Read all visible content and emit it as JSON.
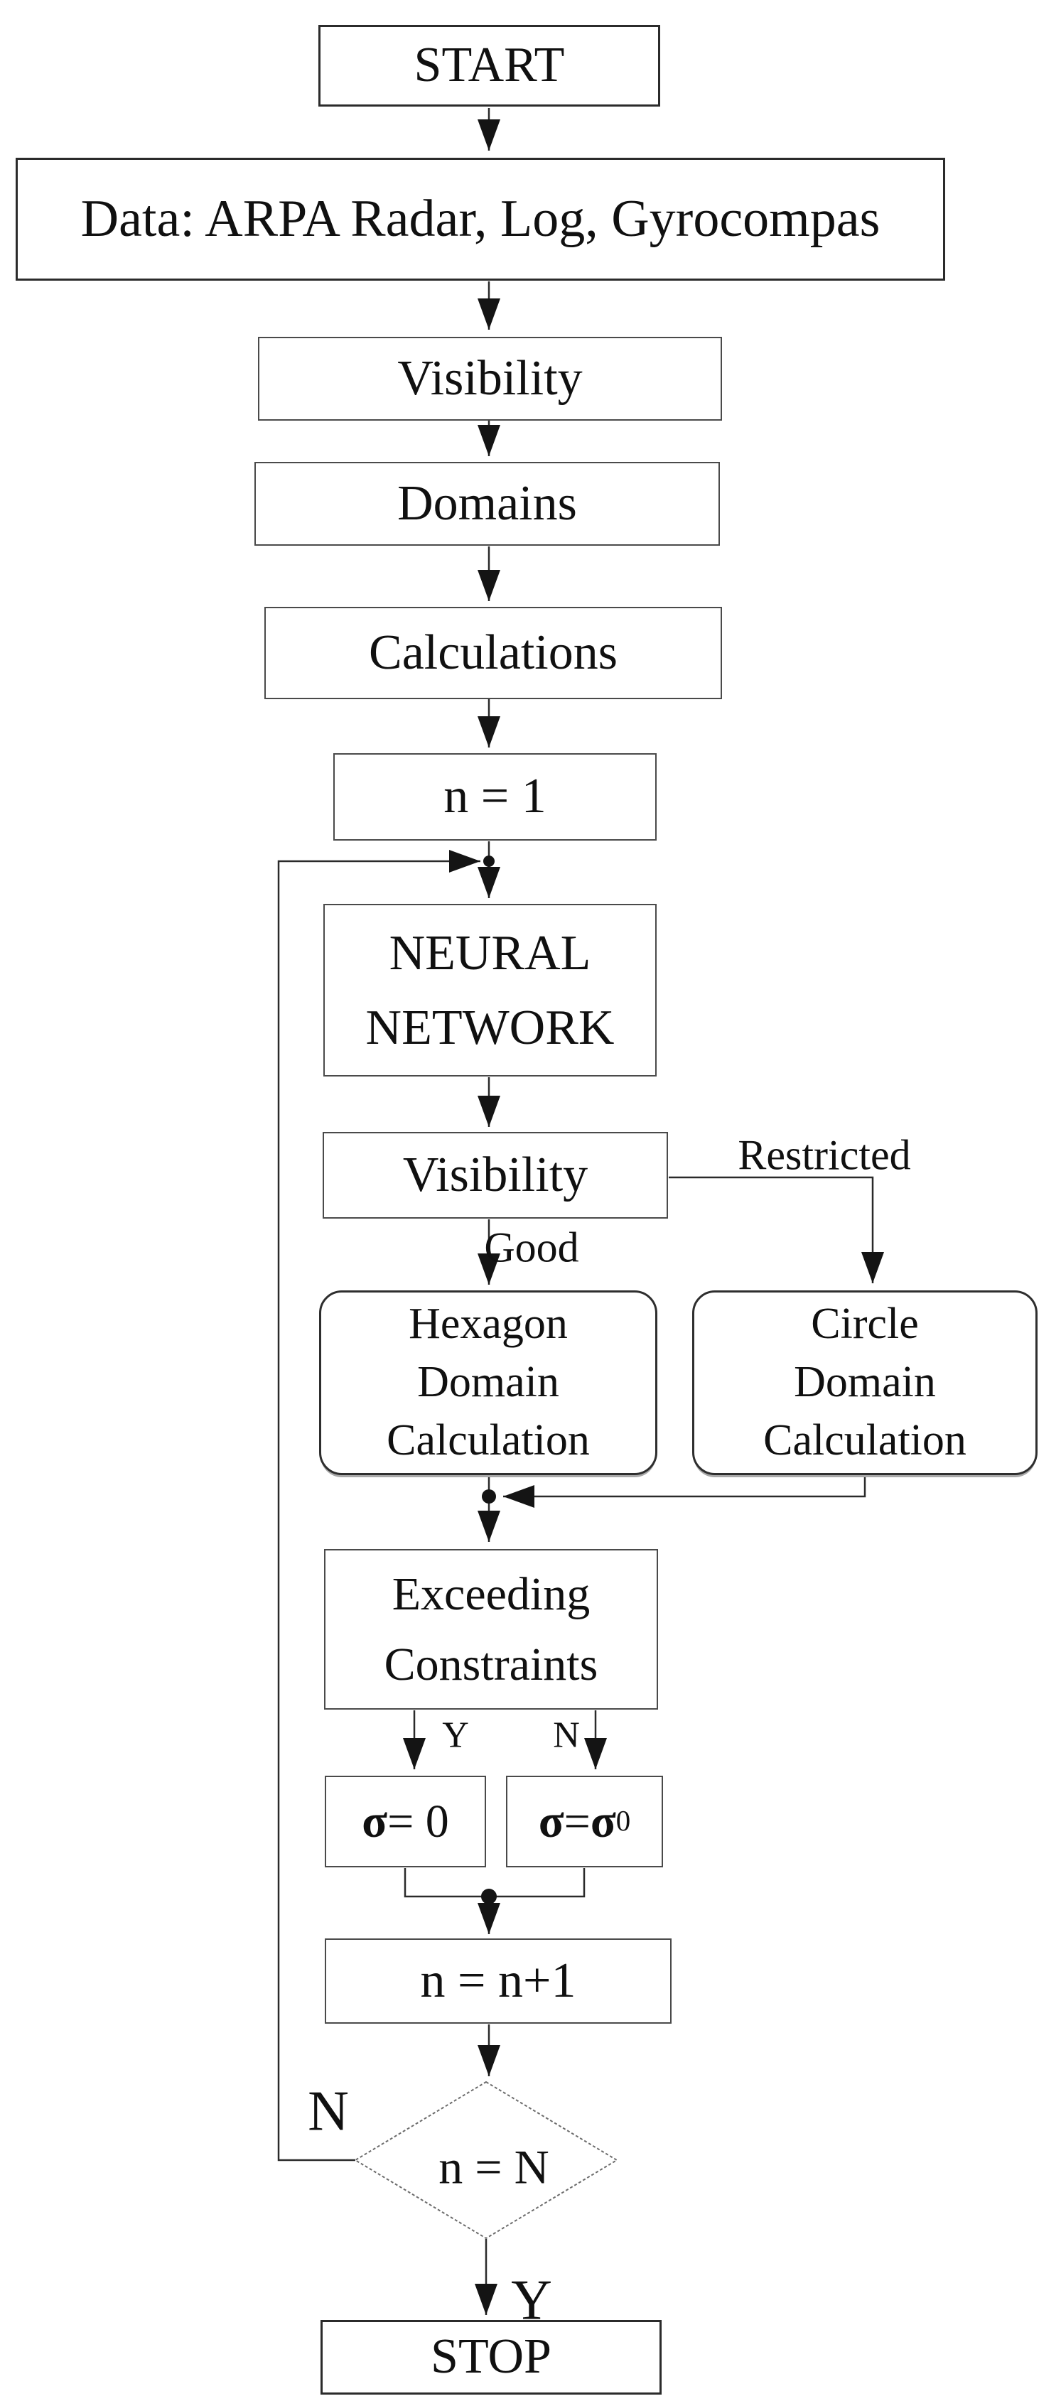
{
  "figure": {
    "type": "flowchart",
    "background": "#ffffff",
    "line_color": "#2a2a2a",
    "text_color": "#101010",
    "box_border_color": "#4a4a4a"
  },
  "nodes": {
    "start": {
      "label": "START"
    },
    "data_input": {
      "label": "Data: ARPA Radar, Log, Gyrocompas"
    },
    "visibility_1": {
      "label": "Visibility"
    },
    "domains": {
      "label": "Domains"
    },
    "calculations": {
      "label": "Calculations"
    },
    "n_init": {
      "label": "n = 1"
    },
    "neural_network": {
      "line1": "NEURAL",
      "line2": "NETWORK"
    },
    "visibility_2": {
      "label": "Visibility"
    },
    "hexagon_domain": {
      "line1": "Hexagon",
      "line2": "Domain",
      "line3": "Calculation"
    },
    "circle_domain": {
      "line1": "Circle",
      "line2": "Domain",
      "line3": "Calculation"
    },
    "exceeding_constraints": {
      "line1": "Exceeding",
      "line2": "Constraints"
    },
    "sigma_zero": {
      "sigma": "σ",
      "rest": " = 0"
    },
    "sigma_nominal": {
      "sigma1": "σ",
      "equals": "=",
      "sigma2": "σ",
      "subscript": "0"
    },
    "n_increment": {
      "label": "n = n+1"
    },
    "decision": {
      "label": "n = N"
    },
    "stop": {
      "label": "STOP"
    }
  },
  "edge_labels": {
    "good": "Good",
    "restricted": "Restricted",
    "exceed_yes": "Y",
    "exceed_no": "N",
    "loop_no": "N",
    "terminate_yes": "Y"
  }
}
